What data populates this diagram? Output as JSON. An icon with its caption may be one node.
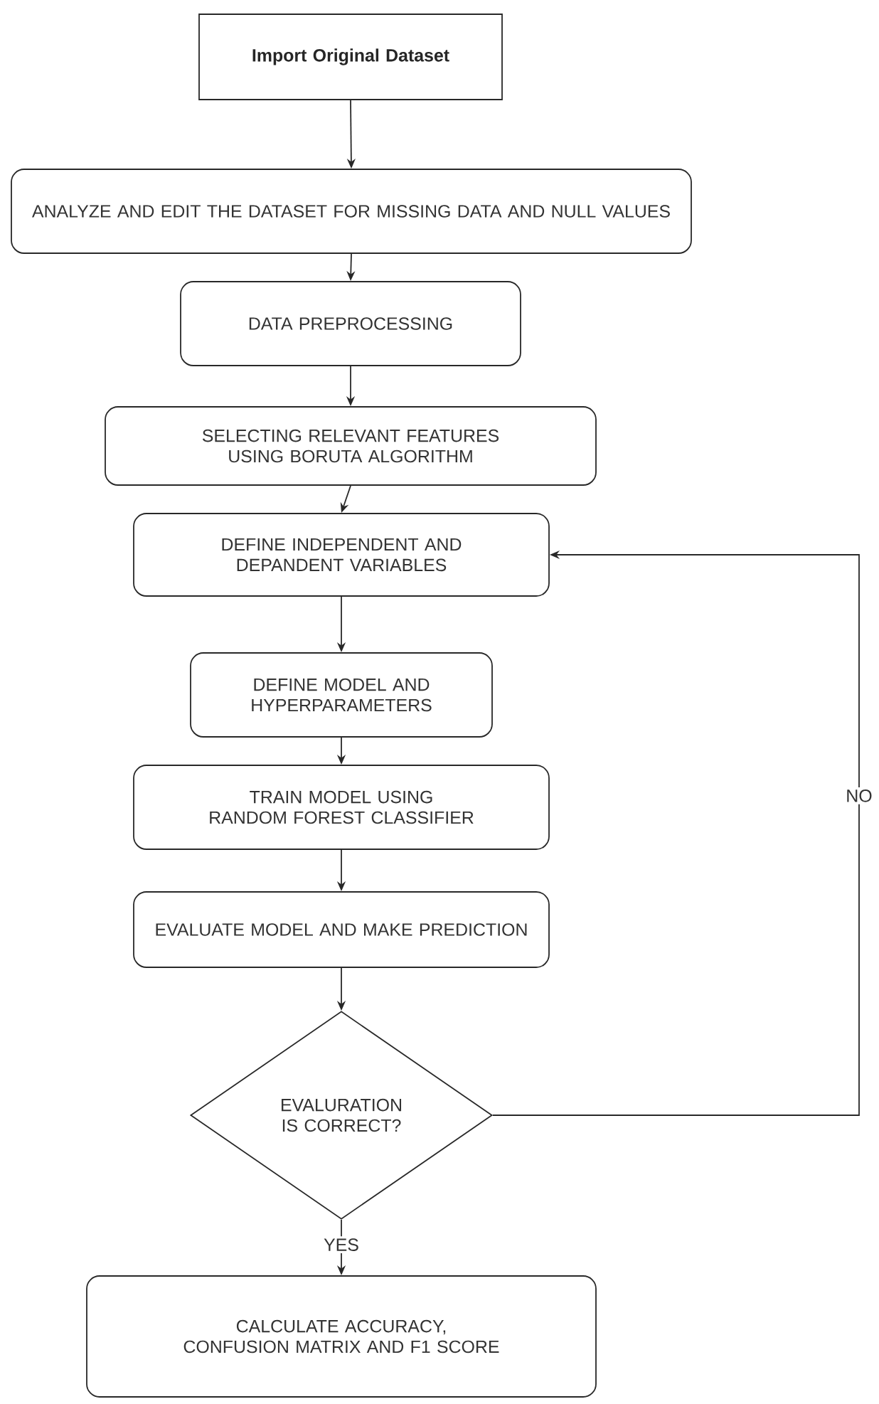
{
  "diagram": {
    "nodes": [
      {
        "text": [
          "Import Original Dataset"
        ]
      },
      {
        "text": [
          "ANALYZE AND EDIT THE DATASET FOR MISSING DATA AND NULL VALUES"
        ]
      },
      {
        "text": [
          "DATA PREPROCESSING"
        ]
      },
      {
        "text": [
          "SELECTING RELEVANT FEATURES USING BORUTA ALGORITHM"
        ]
      },
      {
        "text": [
          "DEFINE INDEPENDENT AND DEPANDENT VARIABLES"
        ]
      },
      {
        "text": [
          "DEFINE MODEL AND HYPERPARAMETERS"
        ]
      },
      {
        "text": [
          "TRAIN MODEL USING RANDOM FOREST CLASSIFIER"
        ]
      },
      {
        "text": [
          "EVALUATE MODEL AND MAKE PREDICTION"
        ]
      },
      {
        "text": [
          "EVALURATION IS CORRECT?"
        ]
      },
      {
        "text": [
          "CALCULATE ACCURACY, CONFUSION MATRIX AND F1 SCORE"
        ]
      }
    ],
    "edges": [
      {
        "from": 0,
        "to": 1,
        "arrow": "to"
      },
      {
        "from": 1,
        "to": 2,
        "arrow": "to"
      },
      {
        "from": 2,
        "to": 3,
        "arrow": "to"
      },
      {
        "from": 3,
        "to": 4,
        "arrow": "to"
      },
      {
        "from": 4,
        "to": 5,
        "arrow": "to"
      },
      {
        "from": 5,
        "to": 6,
        "arrow": "to"
      },
      {
        "from": 6,
        "to": 7,
        "arrow": "to"
      },
      {
        "from": 7,
        "to": 8,
        "arrow": "to"
      },
      {
        "from": 8,
        "to": 9,
        "arrow": "to",
        "label": "YES"
      },
      {
        "from": 8,
        "to": 4,
        "arrow": "to",
        "label": "NO"
      }
    ]
  }
}
